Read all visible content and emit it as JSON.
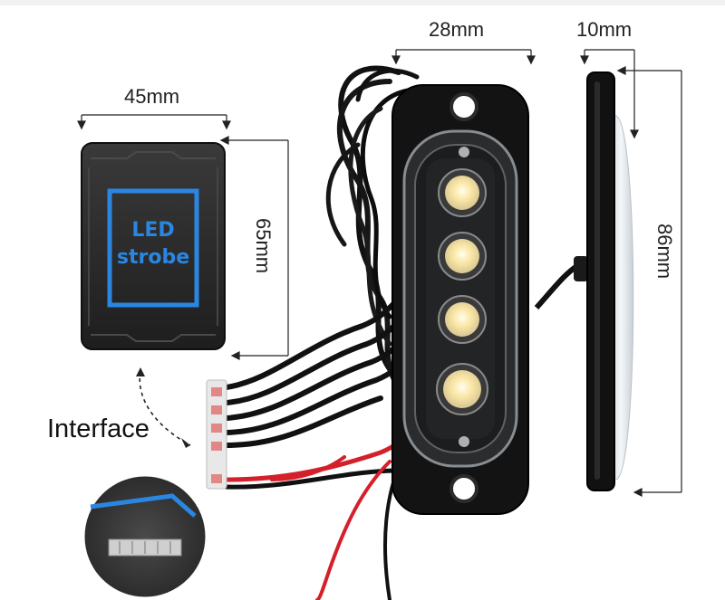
{
  "dimensions": {
    "width_light": "28mm",
    "depth_light": "10mm",
    "height_light": "86mm",
    "width_box": "45mm",
    "height_box": "65mm"
  },
  "controller_box": {
    "line1": "LED",
    "line2": "strobe",
    "accent_color": "#2a86e0"
  },
  "connector": {
    "label": "Interface"
  },
  "colors": {
    "housing": "#141414",
    "wire_black": "#111111",
    "wire_red": "#d4202a",
    "led": "#fff6d8"
  }
}
